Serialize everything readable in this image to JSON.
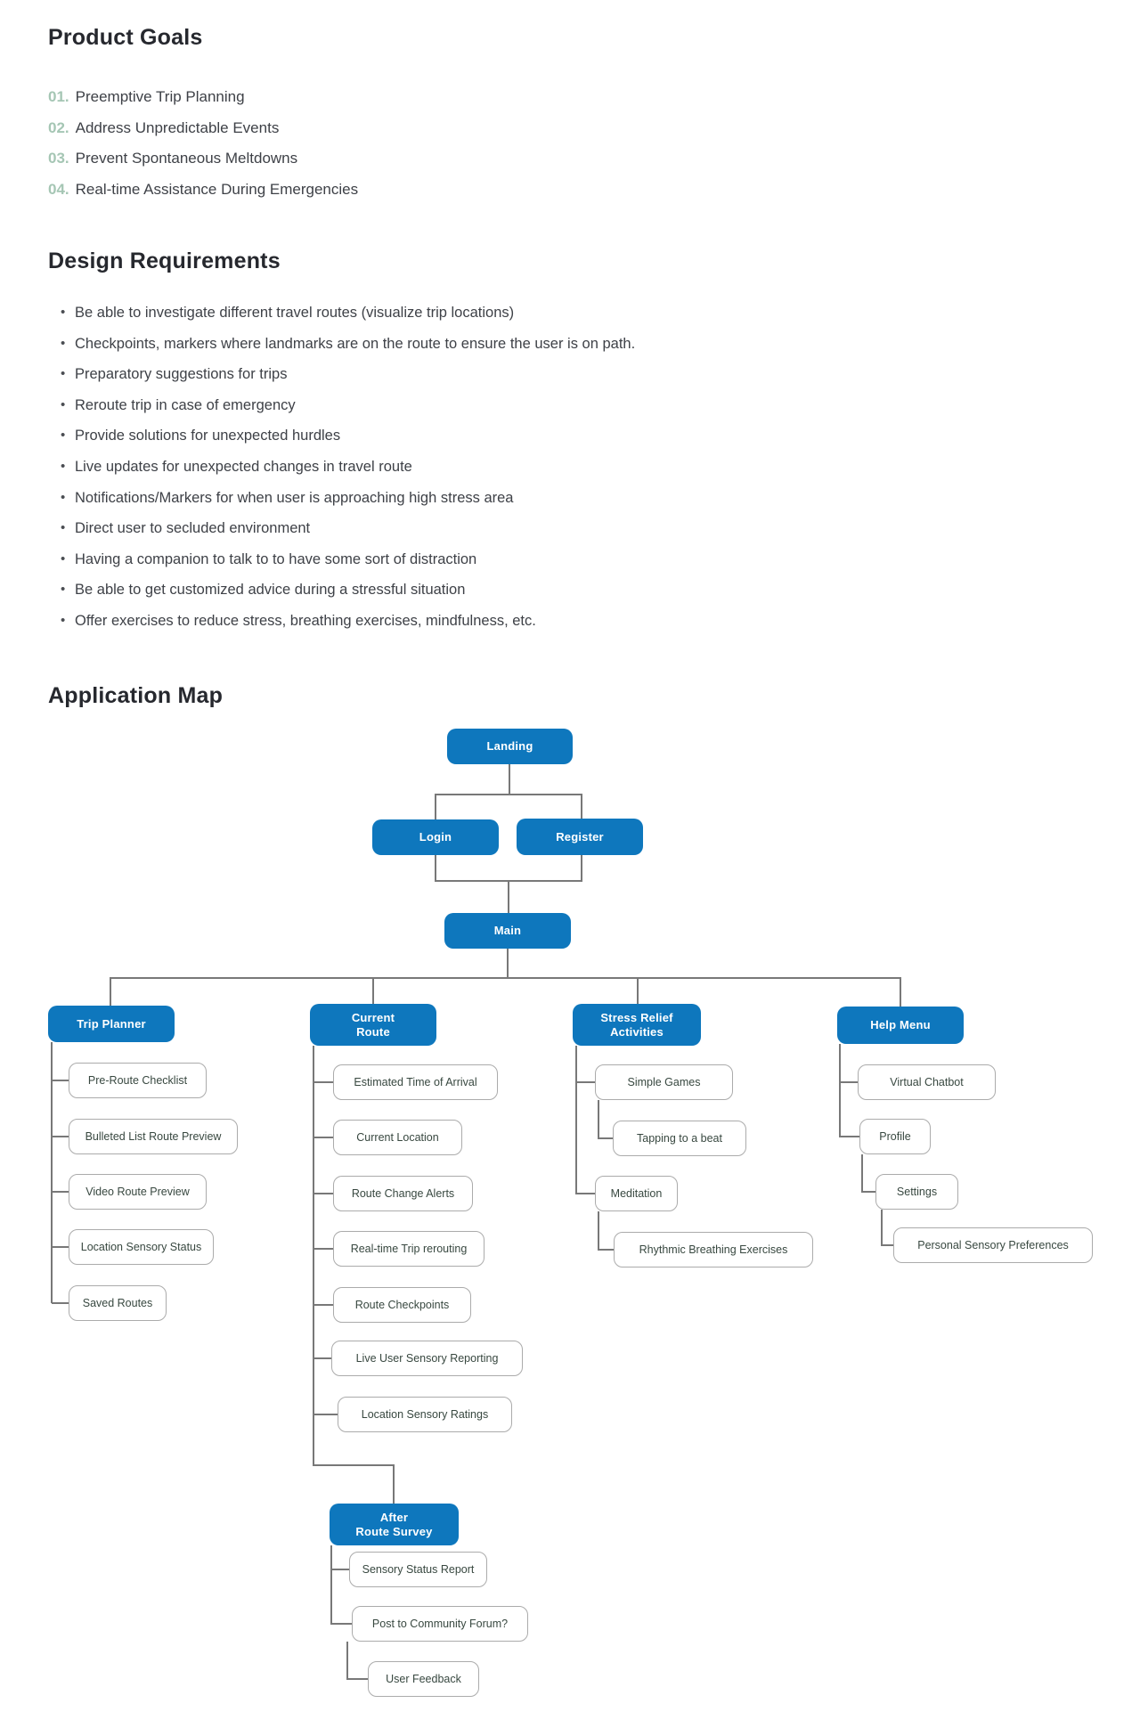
{
  "sections": {
    "product_goals": {
      "title": "Product Goals",
      "items": [
        {
          "number": "01.",
          "text": "Preemptive Trip Planning"
        },
        {
          "number": "02.",
          "text": "Address Unpredictable Events"
        },
        {
          "number": "03.",
          "text": "Prevent Spontaneous Meltdowns"
        },
        {
          "number": "04.",
          "text": "Real-time Assistance During Emergencies"
        }
      ]
    },
    "design_requirements": {
      "title": "Design Requirements",
      "items": [
        "Be able to investigate different travel routes (visualize trip locations)",
        "Checkpoints, markers where landmarks are on the route to ensure the user is on path.",
        "Preparatory suggestions for trips",
        "Reroute trip in case of emergency",
        "Provide solutions for unexpected hurdles",
        "Live updates for unexpected changes in travel route",
        "Notifications/Markers for when user is approaching high stress area",
        "Direct user to secluded environment",
        "Having a companion to talk to to have some sort of distraction",
        "Be able to get customized advice during a stressful situation",
        "Offer exercises to reduce stress, breathing exercises, mindfulness, etc."
      ]
    },
    "application_map": {
      "title": "Application Map",
      "nodes": [
        {
          "id": "landing",
          "label": "Landing"
        },
        {
          "id": "login",
          "label": "Login"
        },
        {
          "id": "register",
          "label": "Register"
        },
        {
          "id": "main",
          "label": "Main"
        },
        {
          "id": "trip_planner",
          "label": "Trip Planner"
        },
        {
          "id": "current_route",
          "label": "Current\nRoute"
        },
        {
          "id": "stress_relief_activities",
          "label": "Stress Relief\nActivities"
        },
        {
          "id": "help_menu",
          "label": "Help Menu"
        },
        {
          "id": "after_route_survey",
          "label": "After\nRoute Survey"
        },
        {
          "id": "pre_route_checklist",
          "label": "Pre-Route Checklist"
        },
        {
          "id": "bulleted_list_route_preview",
          "label": "Bulleted List Route Preview"
        },
        {
          "id": "video_route_preview",
          "label": "Video Route Preview"
        },
        {
          "id": "location_sensory_status",
          "label": "Location Sensory Status"
        },
        {
          "id": "saved_routes",
          "label": "Saved Routes"
        },
        {
          "id": "estimated_time_of_arrival",
          "label": "Estimated Time of Arrival"
        },
        {
          "id": "current_location",
          "label": "Current Location"
        },
        {
          "id": "route_change_alerts",
          "label": "Route Change Alerts"
        },
        {
          "id": "real_time_trip_rerouting",
          "label": "Real-time Trip rerouting"
        },
        {
          "id": "route_checkpoints",
          "label": "Route Checkpoints"
        },
        {
          "id": "live_user_sensory_reporting",
          "label": "Live User Sensory Reporting"
        },
        {
          "id": "location_sensory_ratings",
          "label": "Location Sensory Ratings"
        },
        {
          "id": "simple_games",
          "label": "Simple Games"
        },
        {
          "id": "tapping_to_a_beat",
          "label": "Tapping to a beat"
        },
        {
          "id": "meditation",
          "label": "Meditation"
        },
        {
          "id": "rhythmic_breathing_exercises",
          "label": "Rhythmic Breathing Exercises"
        },
        {
          "id": "virtual_chatbot",
          "label": "Virtual Chatbot"
        },
        {
          "id": "profile",
          "label": "Profile"
        },
        {
          "id": "settings",
          "label": "Settings"
        },
        {
          "id": "personal_sensory_preferences",
          "label": "Personal Sensory Preferences"
        },
        {
          "id": "sensory_status_report",
          "label": "Sensory Status Report"
        },
        {
          "id": "post_to_community_forum",
          "label": "Post to Community Forum?"
        },
        {
          "id": "user_feedback",
          "label": "User Feedback"
        }
      ]
    }
  },
  "colors": {
    "primary_blue": "#0e77bd",
    "number_green": "#a5c6b4",
    "line_gray": "#787878",
    "leaf_border": "#ababab",
    "heading_text": "#26282e",
    "body_text": "#3e4147",
    "leaf_text": "#384840"
  }
}
